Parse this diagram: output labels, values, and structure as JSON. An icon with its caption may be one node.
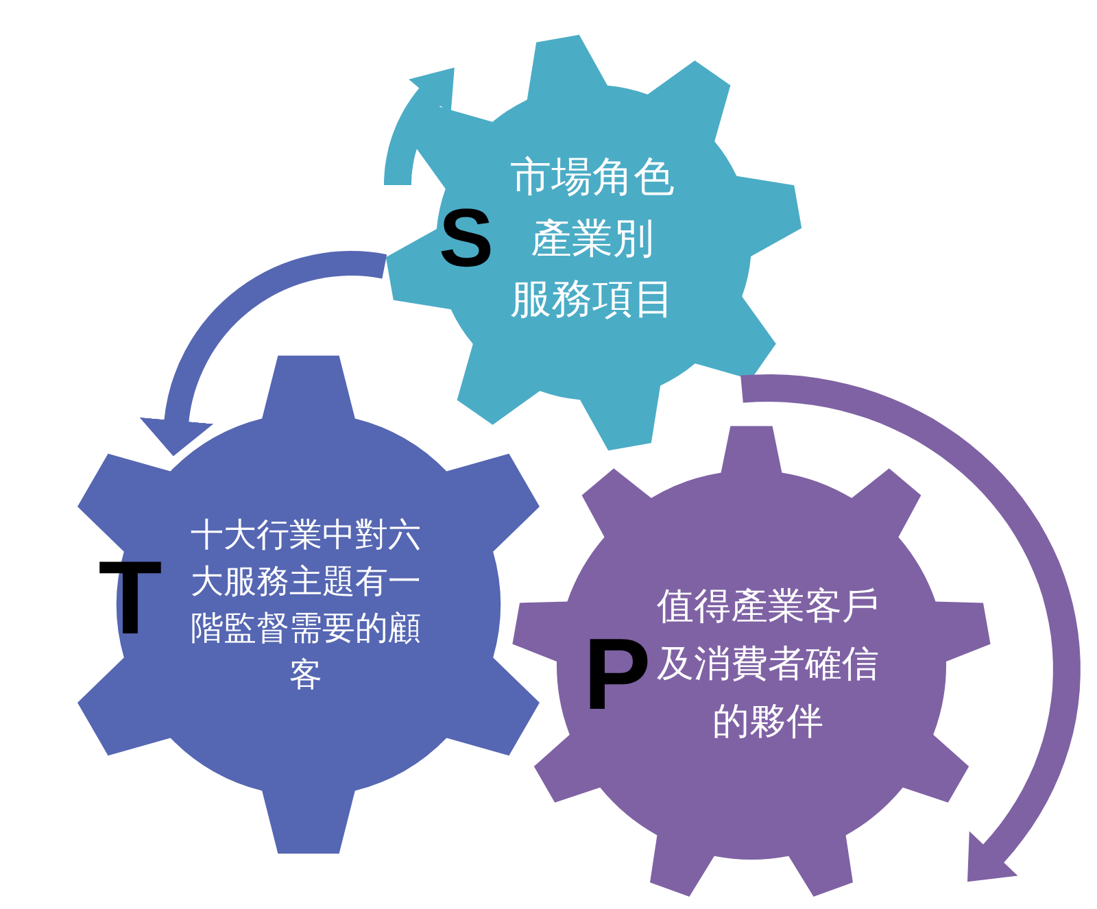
{
  "diagram": {
    "nodes": [
      {
        "text": [
          "S",
          "市場角色",
          "產業別",
          "服務項目"
        ]
      },
      {
        "text": [
          "T",
          "十大行業中對六大服務主題有一階監督需要的顧客"
        ]
      },
      {
        "text": [
          "P",
          "值得產業客戶及消費者確信的夥伴"
        ]
      }
    ],
    "edges": [
      {
        "from": 0,
        "to": 1,
        "arrow": "to"
      }
    ]
  }
}
